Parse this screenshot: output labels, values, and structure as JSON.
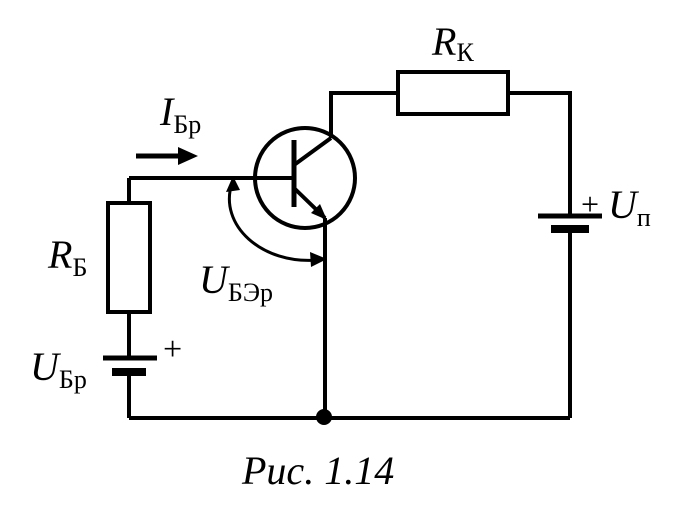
{
  "labels": {
    "rk_main": "R",
    "rk_sub": "К",
    "ibr_main": "I",
    "ibr_sub": "Бр",
    "rb_main": "R",
    "rb_sub": "Б",
    "ube_main": "U",
    "ube_sub": "БЭр",
    "ubr_main": "U",
    "ubr_sub": "Бр",
    "ubr_plus": "+",
    "up_plus": "+",
    "up_main": "U",
    "up_sub": "п"
  },
  "caption": "Рис. 1.14",
  "colors": {
    "ink": "#000000",
    "background": "#ffffff"
  }
}
